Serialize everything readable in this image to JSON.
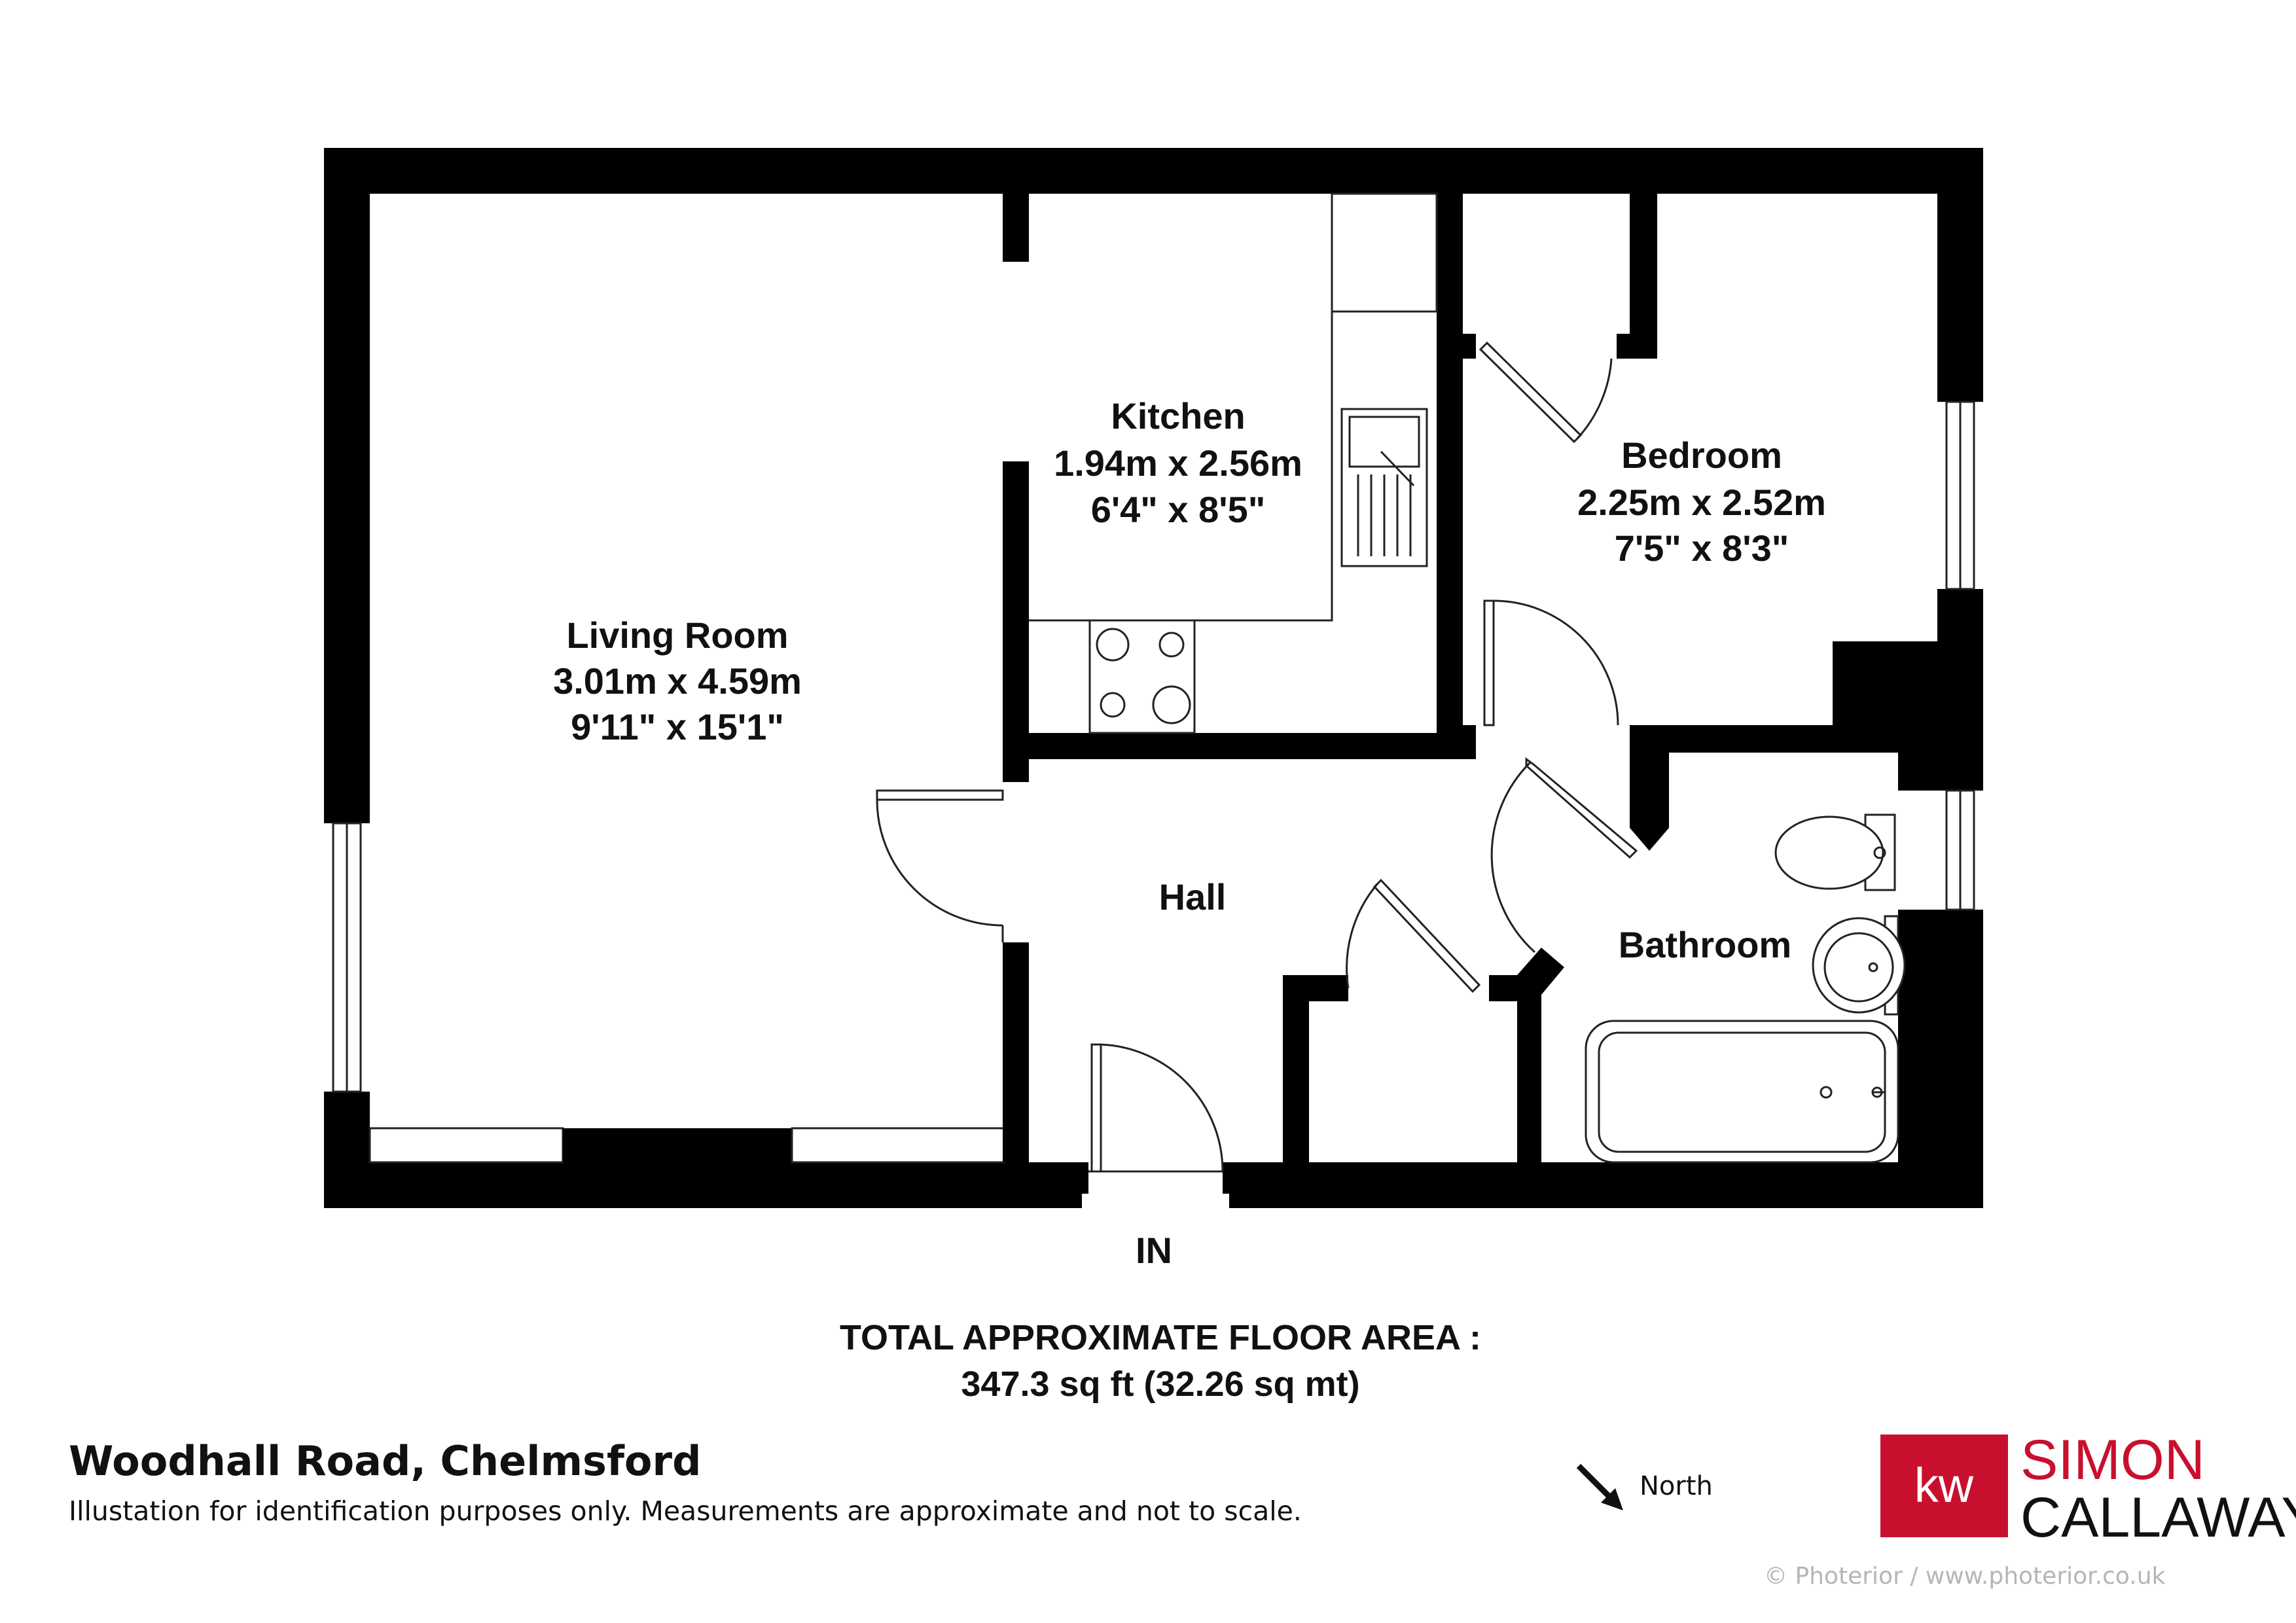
{
  "rooms": {
    "living": {
      "name": "Living Room",
      "metric": "3.01m x 4.59m",
      "imperial": "9'11\"  x 15'1\""
    },
    "kitchen": {
      "name": "Kitchen",
      "metric": "1.94m x 2.56m",
      "imperial": "6'4\"  x 8'5\""
    },
    "bedroom": {
      "name": "Bedroom",
      "metric": "2.25m x 2.52m",
      "imperial": "7'5\"  x 8'3\""
    },
    "hall": {
      "name": "Hall"
    },
    "bathroom": {
      "name": "Bathroom"
    }
  },
  "entrance": "IN",
  "area": {
    "heading": "TOTAL APPROXIMATE FLOOR AREA :",
    "value": "347.3 sq ft (32.26 sq mt)"
  },
  "footer": {
    "address": "Woodhall Road, Chelmsford",
    "disclaimer": "Illustation for identification purposes only. Measurements are approximate and not to scale.",
    "north": "North",
    "copyright": "© Photerior / www.photerior.co.uk"
  },
  "brand": {
    "badge": "kw",
    "line1": "SIMON",
    "line2": "CALLAWAY",
    "badge_color": "#c8102e",
    "accent_color": "#c8102e"
  },
  "icons": [
    "north-arrow-icon",
    "kw-logo-icon"
  ]
}
